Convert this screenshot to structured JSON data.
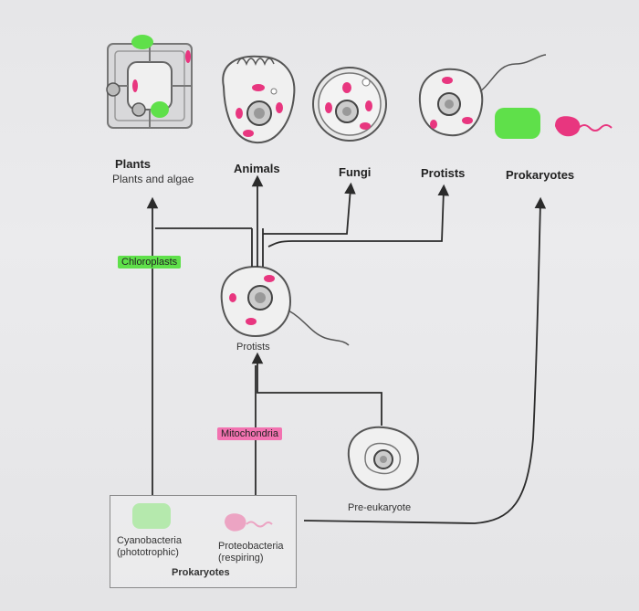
{
  "labels": {
    "plants_title": "Plants",
    "plants_sub": "Plants and algae",
    "animals": "Animals",
    "fungi": "Fungi",
    "protists_top": "Protists",
    "prokaryotes_top": "Prokaryotes",
    "chloroplasts": "Chloroplasts",
    "protists_mid": "Protists",
    "mitochondria": "Mitochondria",
    "pre_eukaryote": "Pre-eukaryote",
    "cyanobacteria_1": "Cyanobacteria",
    "cyanobacteria_2": "(phototrophic)",
    "proteobacteria_1": "Proteobacteria",
    "proteobacteria_2": "(respiring)",
    "prokaryotes_bottom": "Prokaryotes"
  },
  "colors": {
    "chloroplast_green": "#5fe04a",
    "mitochondria_pink": "#e8367f",
    "line": "#2b2b2b",
    "cell_outline": "#555555"
  }
}
